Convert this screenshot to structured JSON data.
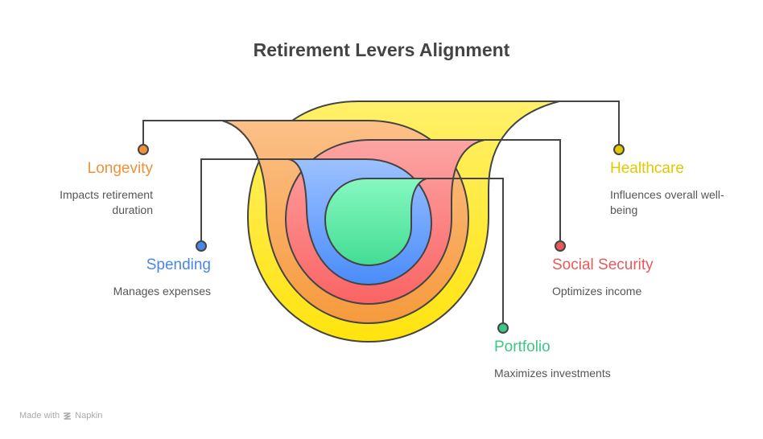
{
  "title": "Retirement Levers Alignment",
  "levers": [
    {
      "id": "longevity",
      "label": "Longevity",
      "description": "Impacts retirement duration",
      "color": "#f0913a",
      "side": "left"
    },
    {
      "id": "spending",
      "label": "Spending",
      "description": "Manages expenses",
      "color": "#4a86e8",
      "side": "left"
    },
    {
      "id": "healthcare",
      "label": "Healthcare",
      "description": "Influences overall well-being",
      "color": "#e2c800",
      "side": "right"
    },
    {
      "id": "social-security",
      "label": "Social Security",
      "description": "Optimizes income",
      "color": "#e85a5a",
      "side": "right"
    },
    {
      "id": "portfolio",
      "label": "Portfolio",
      "description": "Maximizes investments",
      "color": "#3cc884",
      "side": "right"
    }
  ],
  "layer_colors": {
    "healthcare": {
      "top": "#fff06a",
      "bottom": "#ffe40e"
    },
    "longevity": {
      "top": "#fcc088",
      "bottom": "#f69a3c"
    },
    "social_security": {
      "top": "#fda4a4",
      "bottom": "#fa6464"
    },
    "spending": {
      "top": "#9cc1ff",
      "bottom": "#4a8cfa"
    },
    "portfolio": {
      "top": "#86f8c0",
      "bottom": "#44dc94"
    }
  },
  "stroke_color": "#444444",
  "footer": {
    "prefix": "Made with",
    "brand": "Napkin"
  }
}
